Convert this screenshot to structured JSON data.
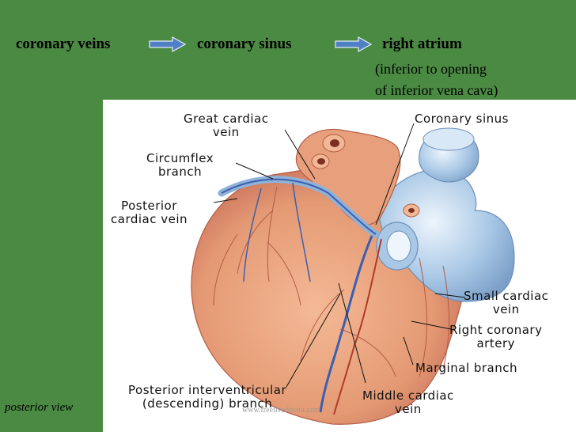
{
  "flow": {
    "step1": "coronary veins",
    "step2": "coronary sinus",
    "step3": "right atrium",
    "note_line1": "(inferior to opening",
    "note_line2": " of inferior vena cava)"
  },
  "labels": {
    "great_cardiac_1": "Great cardiac",
    "great_cardiac_2": "vein",
    "coronary_sinus": "Coronary sinus",
    "circumflex_1": "Circumflex",
    "circumflex_2": "branch",
    "posterior_cardiac_1": "Posterior",
    "posterior_cardiac_2": "cardiac vein",
    "small_cardiac_1": "Small cardiac",
    "small_cardiac_2": "vein",
    "right_coronary_1": "Right coronary",
    "right_coronary_2": "artery",
    "marginal": "Marginal branch",
    "posterior_iv_1": "Posterior interventricular",
    "posterior_iv_2": "(descending) branch",
    "middle_cardiac_1": "Middle cardiac",
    "middle_cardiac_2": "vein"
  },
  "caption": "posterior view",
  "watermark": "www.freelivedoctor.com",
  "colors": {
    "background": "#4b8a43",
    "arrow_fill": "#4f7fc4",
    "heart": "#e49a74",
    "vessel_blue": "#9fc3e2",
    "vein": "#3b5fb0"
  }
}
